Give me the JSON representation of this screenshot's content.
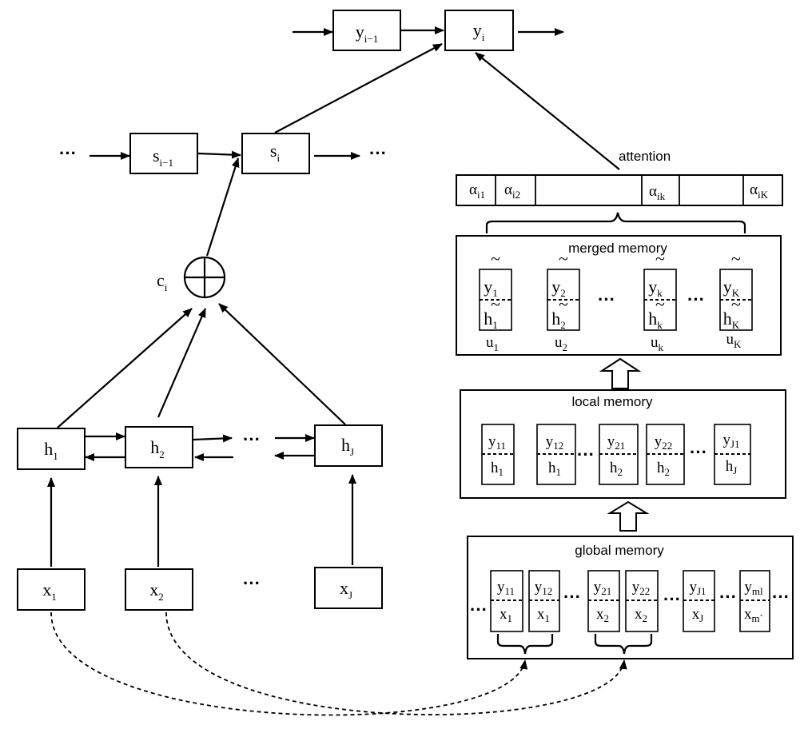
{
  "decoder": {
    "y_prev": {
      "base": "y",
      "sub": "i−1"
    },
    "y_cur": {
      "base": "y",
      "sub": "i"
    },
    "s_prev": {
      "base": "s",
      "sub": "i−1"
    },
    "s_cur": {
      "base": "s",
      "sub": "i"
    },
    "context": {
      "base": "c",
      "sub": "i"
    },
    "ellipsis": "···"
  },
  "encoder": {
    "hidden": [
      {
        "base": "h",
        "sub": "1"
      },
      {
        "base": "h",
        "sub": "2"
      },
      {
        "base": "h",
        "sub": "J"
      }
    ],
    "inputs": [
      {
        "base": "x",
        "sub": "1"
      },
      {
        "base": "x",
        "sub": "2"
      },
      {
        "base": "x",
        "sub": "J"
      }
    ],
    "ellipsis": "···"
  },
  "attention": {
    "label": "attention",
    "cells": [
      {
        "base": "α",
        "sub": "i1"
      },
      {
        "base": "α",
        "sub": "i2"
      },
      {
        "base": "α",
        "sub": "ik"
      },
      {
        "base": "α",
        "sub": "iK"
      }
    ]
  },
  "merged_memory": {
    "title": "merged memory",
    "slots": [
      {
        "top": "1",
        "bottom": "1",
        "label": "u",
        "label_sub": "1"
      },
      {
        "top": "2",
        "bottom": "2",
        "label": "u",
        "label_sub": "2"
      },
      {
        "top": "k",
        "bottom": "k",
        "label": "u",
        "label_sub": "k"
      },
      {
        "top": "K",
        "bottom": "K",
        "label": "u",
        "label_sub": "K"
      }
    ],
    "tilde": "~",
    "ellipsis": "···"
  },
  "local_memory": {
    "title": "local memory",
    "slots": [
      {
        "top": "11",
        "bottom": "1"
      },
      {
        "top": "12",
        "bottom": "1"
      },
      {
        "top": "21",
        "bottom": "2"
      },
      {
        "top": "22",
        "bottom": "2"
      },
      {
        "top": "J1",
        "bottom": "J"
      }
    ],
    "ellipsis": "···"
  },
  "global_memory": {
    "title": "global memory",
    "slots": [
      {
        "top": "11",
        "bottom": "1"
      },
      {
        "top": "12",
        "bottom": "1"
      },
      {
        "top": "21",
        "bottom": "2"
      },
      {
        "top": "22",
        "bottom": "2"
      },
      {
        "top": "J1",
        "bottom": "J"
      },
      {
        "top": "ml",
        "bottom": "m`"
      }
    ],
    "ellipsis": "···"
  }
}
